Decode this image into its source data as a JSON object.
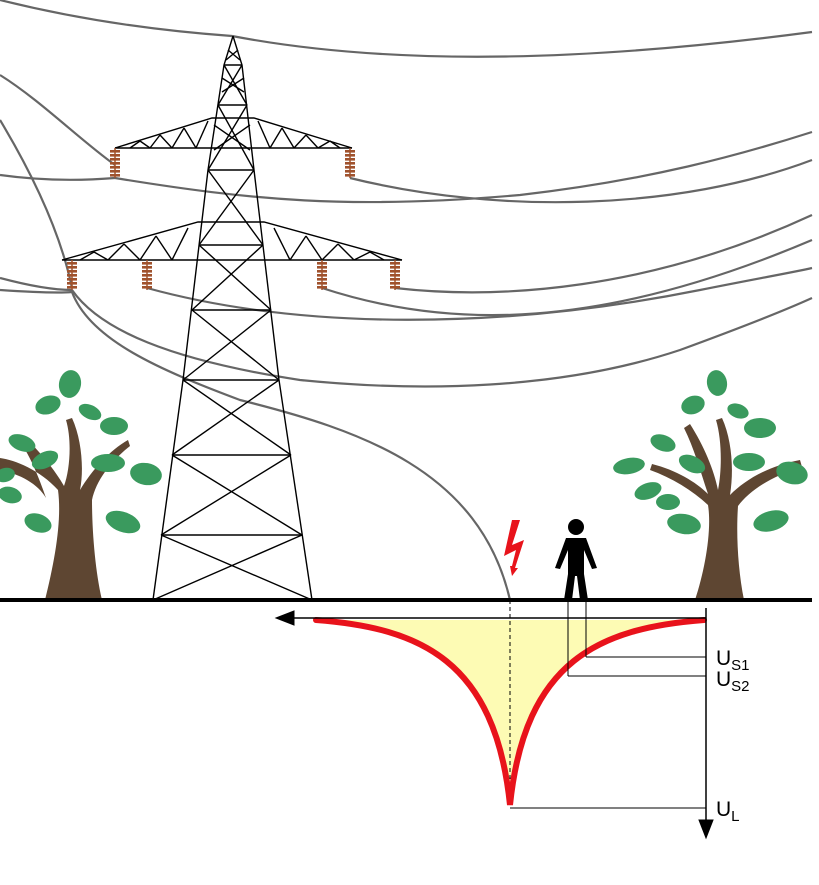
{
  "labels": {
    "step_voltage_1": {
      "main": "U",
      "sub": "S1"
    },
    "step_voltage_2": {
      "main": "U",
      "sub": "S2"
    },
    "earth_potential": {
      "main": "U",
      "sub": "L"
    }
  },
  "colors": {
    "background": "#ffffff",
    "wire": "#666666",
    "tower": "#000000",
    "insulator": "#a0522d",
    "ground": "#000000",
    "potential_curve": "#e8131b",
    "potential_fill": "#fdfbb4",
    "tree_trunk": "#5e4632",
    "tree_leaf": "#3a9a5e",
    "person": "#000000",
    "lightning": "#e8131b"
  },
  "icons": {
    "tower": "transmission-tower-icon",
    "person": "person-icon",
    "lightning": "lightning-bolt-icon",
    "tree": "tree-icon"
  }
}
